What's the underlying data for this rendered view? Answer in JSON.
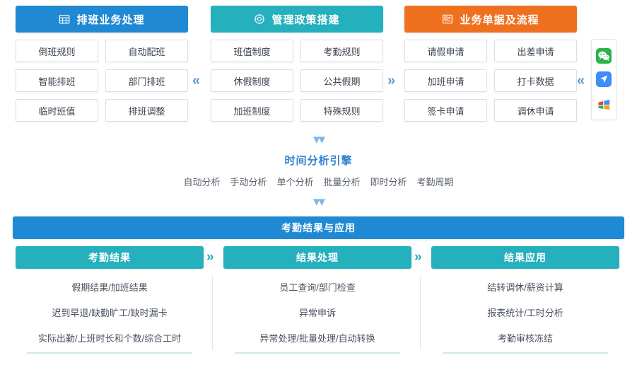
{
  "panels": [
    {
      "title": "排班业务处理",
      "icon": "calendar-icon",
      "color": "#2089d4",
      "items": [
        "倒班规则",
        "自动配班",
        "智能排班",
        "部门排班",
        "临时班值",
        "排班调整"
      ]
    },
    {
      "title": "管理政策搭建",
      "icon": "gear-icon",
      "color": "#25b0bd",
      "items": [
        "班值制度",
        "考勤规则",
        "休假制度",
        "公共假期",
        "加班制度",
        "特殊规则"
      ]
    },
    {
      "title": "业务单据及流程",
      "icon": "form-icon",
      "color": "#ef7120",
      "items": [
        "请假申请",
        "出差申请",
        "加班申请",
        "打卡数据",
        "签卡申请",
        "调休申请"
      ]
    }
  ],
  "connectors": {
    "left_chevron": "«",
    "right_chevron": "»",
    "down_chevron": "»"
  },
  "app_rail": [
    {
      "name": "wechat-icon",
      "label": "微信",
      "color": "#2ab34a"
    },
    {
      "name": "dingtalk-icon",
      "label": "钉钉",
      "color": "#3d8ef5"
    },
    {
      "name": "windows-icon",
      "label": "Windows",
      "color": "#f2a30f"
    }
  ],
  "engine": {
    "title": "时间分析引擎",
    "items": [
      "自动分析",
      "手动分析",
      "单个分析",
      "批量分析",
      "即时分析",
      "考勤周期"
    ],
    "title_color": "#2f7fd0"
  },
  "banner": {
    "title": "考勤结果与应用",
    "color": "#2089d4"
  },
  "result_cards": [
    {
      "title": "考勤结果",
      "color": "#25b0bd",
      "lines": [
        "假期结果/加班结果",
        "迟到早退/缺勤旷工/缺时漏卡",
        "实际出勤/上班时长和个数/综合工时"
      ]
    },
    {
      "title": "结果处理",
      "color": "#25b0bd",
      "lines": [
        "员工查询/部门检查",
        "异常申诉",
        "异常处理/批量处理/自动转换"
      ]
    },
    {
      "title": "结果应用",
      "color": "#25b0bd",
      "lines": [
        "结转调休/薪资计算",
        "报表统计/工时分析",
        "考勤审核冻结"
      ]
    }
  ]
}
